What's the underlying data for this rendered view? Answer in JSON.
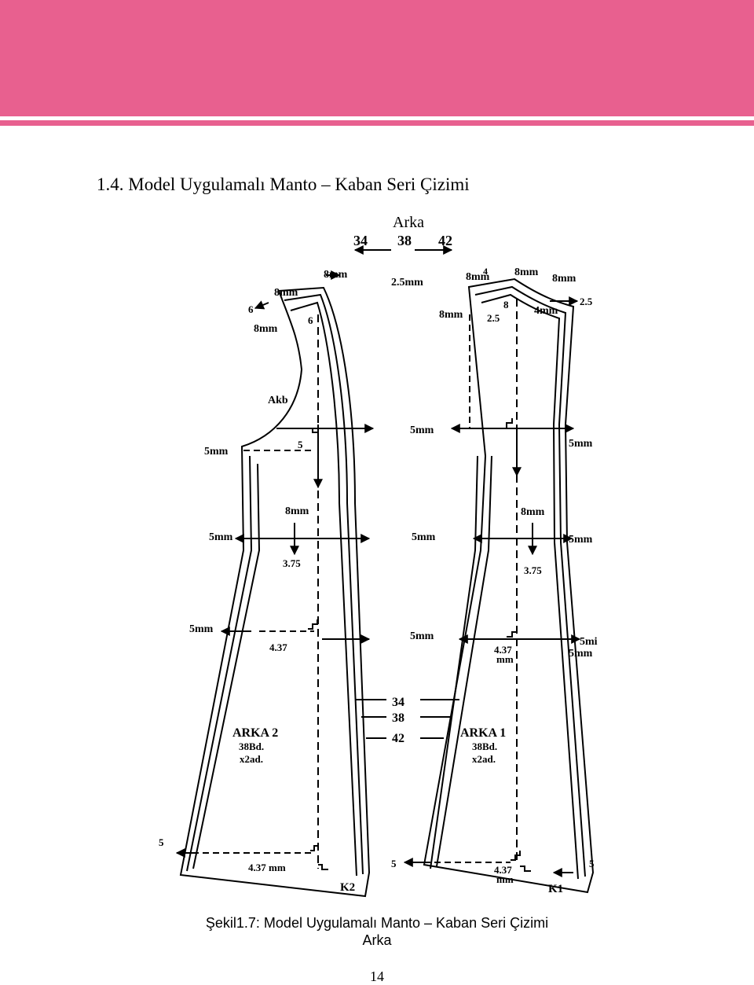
{
  "header": {
    "color": "#e8608f"
  },
  "heading": "1.4. Model Uygulamalı Manto – Kaban Seri Çizimi",
  "figure": {
    "title": "Arka",
    "sizes": [
      "34",
      "38",
      "42"
    ],
    "left_piece": {
      "name": "ARKA 2",
      "size_note": "38Bd.",
      "qty_note": "x2ad.",
      "corner_mark": "K2",
      "labels": {
        "l1": "8mm",
        "l2": "8mm",
        "l3": "6",
        "l4": "8mm",
        "l5": "6",
        "l6": "Akb",
        "l7": "5mm",
        "l8": "5",
        "l9": "8mm",
        "l10": "5mm",
        "l11": "3.75",
        "l12": "5mm",
        "l13": "4.37",
        "l14": "5",
        "l15": "4.37 mm"
      }
    },
    "right_piece": {
      "name": "ARKA 1",
      "size_note": "38Bd.",
      "qty_note": "x2ad.",
      "corner_mark": "K1",
      "labels": {
        "r1": "8mm",
        "r2": "4",
        "r3": "8mm",
        "r4": "8mm",
        "r5": "8mm",
        "r6": "2.5",
        "r7": "8",
        "r8": "4mm",
        "r9": "2.5",
        "r10": "5mm",
        "r11": "8mm",
        "r12": "5mm",
        "r13": "3.75",
        "r14": "4.37",
        "r15": "mm",
        "r16": "5mi",
        "r17": "5mm",
        "r18": "4.37",
        "r19": "mm",
        "r20": "5"
      }
    },
    "middle_labels": {
      "m1": "2.5mm",
      "m2": "5mm",
      "m3": "5mm",
      "m4": "5mm",
      "m5": "5"
    },
    "grade_lines": [
      "34",
      "38",
      "42"
    ]
  },
  "caption": {
    "line1": "Şekil1.7: Model Uygulamalı Manto – Kaban Seri Çizimi",
    "line2": "Arka"
  },
  "page_number": "14"
}
